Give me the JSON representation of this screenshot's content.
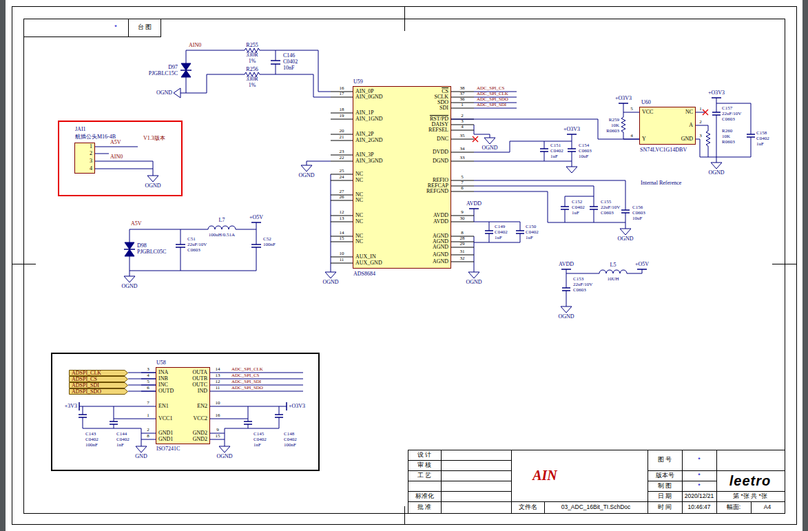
{
  "diagram": {
    "nodes": [
      {
        "text": [
          "V1.3版本"
        ]
      },
      {
        "text": [
          "JAI1",
          "航插公头M16-4B"
        ],
        "in": 0
      },
      {
        "text": [
          "U59",
          "ADS8684"
        ]
      },
      {
        "text": [
          "U60",
          "SN74LVC1G14DBV"
        ]
      },
      {
        "text": [
          "ADSPI_CLK"
        ]
      },
      {
        "text": [
          "ADSPI_CS"
        ]
      },
      {
        "text": [
          "ADSPI_SDI"
        ]
      },
      {
        "text": [
          "ADSPI_SDO"
        ]
      },
      {
        "text": [
          "U58",
          "ISO7241C"
        ]
      }
    ],
    "edges": [
      {
        "from": 2,
        "to": 3,
        "arrow": "none"
      },
      {
        "from": 4,
        "to": 8,
        "arrow": "none"
      },
      {
        "from": 5,
        "to": 8,
        "arrow": "none"
      },
      {
        "from": 6,
        "to": 8,
        "arrow": "none"
      },
      {
        "from": 7,
        "to": 8,
        "arrow": "none"
      }
    ],
    "labels": [
      "*",
      "台 图",
      "AIN0",
      "D97",
      "PJGBLC15C",
      "OGND",
      "R255",
      "330R",
      "1%",
      "R256",
      "330R",
      "1%",
      "C146",
      "C0402",
      "10nF",
      "1",
      "2",
      "3",
      "4",
      "A5V",
      "AIN0",
      "OGND",
      "AIN_0P",
      "16",
      "AIN_0GND",
      "17",
      "AIN_1P",
      "18",
      "AIN_1GND",
      "19",
      "AIN_2P",
      "20",
      "AIN_2GND",
      "21",
      "AIN_3P",
      "23",
      "AIN_3GND",
      "22",
      "NC",
      "25",
      "NC",
      "24",
      "NC",
      "27",
      "NC",
      "26",
      "NC",
      "12",
      "NC",
      "13",
      "NC",
      "14",
      "NC",
      "15",
      "AUX_IN",
      "10",
      "AUX_GND",
      "11",
      "CS",
      "38",
      "SCLK",
      "37",
      "SDO",
      "36",
      "SDI",
      "1",
      "RST/PD",
      "2",
      "DAISY",
      "3",
      "REFSEL",
      "4",
      "DNC",
      "35",
      "DVDD",
      "34",
      "DGND",
      "33",
      "REFIO",
      "5",
      "REFCAP",
      "7",
      "REFGND",
      "6",
      "AVDD",
      "9",
      "AVDD",
      "30",
      "AGND",
      "8",
      "AGND",
      "28",
      "AGND",
      "29",
      "AGND",
      "31",
      "AGND",
      "32",
      "ADC_SPI_CS",
      "ADC_SPI_CLK",
      "ADC_SPI_SDO",
      "ADC_SPI_SDI",
      "OGND",
      "+O3V3",
      "C151",
      "C0402",
      "1uF",
      "C154",
      "C0603",
      "10uF",
      "C152",
      "C0402",
      "1uF",
      "C155",
      "22uF/10V",
      "C0603",
      "C156",
      "C0603",
      "10uF",
      "OGND",
      "Internal Reference",
      "AVDD",
      "C149",
      "C0402",
      "1uF",
      "C150",
      "C0402",
      "1uF",
      "OGND",
      "OGND",
      "OGND",
      "VCC",
      "NC",
      "A",
      "Y",
      "GND",
      "5",
      "1",
      "2",
      "4",
      "3",
      "+O3V3",
      "R259",
      "10K",
      "R0603",
      "+O3V3",
      "C157",
      "22uF/10V",
      "C0603",
      "R260",
      "10K",
      "R0603",
      "C158",
      "C0402",
      "1uF",
      "OGND",
      "A5V",
      "D98",
      "PJGBLC05C",
      "OGND",
      "C51",
      "22uF/10V",
      "C0603",
      "L7",
      "100uH/0.51A",
      "+O5V",
      "C52",
      "100nF",
      "AVDD",
      "C153",
      "22uF/10V",
      "C0603",
      "OGND",
      "L5",
      "10UH",
      "+O5V",
      "INA",
      "3",
      "INB",
      "4",
      "INC",
      "5",
      "OUTD",
      "6",
      "EN1",
      "7",
      "VCC1",
      "1",
      "GND1",
      "2",
      "GND1",
      "8",
      "OUTA",
      "14",
      "OUTB",
      "13",
      "OUTC",
      "12",
      "IND",
      "11",
      "EN2",
      "10",
      "VCC2",
      "16",
      "GND2",
      "9",
      "GND2",
      "15",
      "ADC_SPI_CLK",
      "ADC_SPI_CS",
      "ADC_SPI_SDI",
      "ADC_SPI_SDO",
      "+3V3",
      "C143",
      "C0402",
      "100nF",
      "C144",
      "C0402",
      "1nF",
      "GND",
      "+O3V3",
      "C145",
      "C0402",
      "1nF",
      "C148",
      "C0402",
      "100nF",
      "OGND",
      "设 计",
      "审 核",
      "工 艺",
      "标准化",
      "批 准",
      "AIN",
      "图 号",
      "*",
      "版本号",
      "*",
      "制 图",
      "*",
      "日 期",
      "2020/12/21",
      "时 间",
      "10:46:47",
      "文件名",
      "03_ADC_16Bit_TI.SchDoc",
      "leetro",
      "第 *张 共 *张",
      "幅面:",
      "A4"
    ]
  }
}
